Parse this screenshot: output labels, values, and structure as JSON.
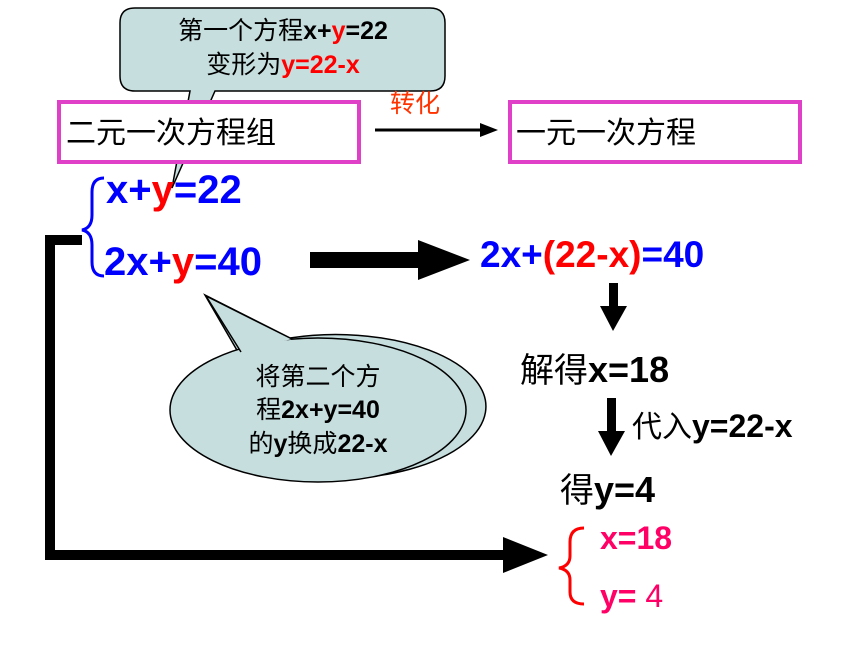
{
  "callout_top": {
    "line1_prefix": "第一个方程",
    "line1_eq_a": "x+",
    "line1_eq_var": "y",
    "line1_eq_b": "=22",
    "line2_prefix": "变形为",
    "line2_eq": "y=22-x"
  },
  "box_left": "二元一次方程组",
  "transform_label": "转化",
  "box_right": "一元一次方程",
  "system": {
    "eq1_a": "x+",
    "eq1_var": "y",
    "eq1_b": "=22",
    "eq2_a": "2x+",
    "eq2_var": "y",
    "eq2_b": "=40"
  },
  "substituted": {
    "left": "2x+",
    "middle": "(22-x)",
    "right": "=40"
  },
  "callout_bottom": {
    "line1": "将第二个方",
    "line2_prefix": "程",
    "line2_eq": "2x+y=40",
    "line3_prefix": "的",
    "line3_var": "y",
    "line3_mid": "换成",
    "line3_eq": "22-x"
  },
  "step_solve": {
    "prefix": "解得",
    "eq": "x=18"
  },
  "step_substitute": {
    "prefix": "代入",
    "eq": "y=22-x"
  },
  "step_result": {
    "prefix": "得",
    "eq": "y=4"
  },
  "answer": {
    "x": "x=18",
    "y_label": "y=",
    "y_value": " 4"
  },
  "colors": {
    "box_border": "#e040c8",
    "callout_fill": "#c7dede",
    "blue": "#0000ff",
    "red": "#ff0000",
    "pink": "#ff0066"
  }
}
